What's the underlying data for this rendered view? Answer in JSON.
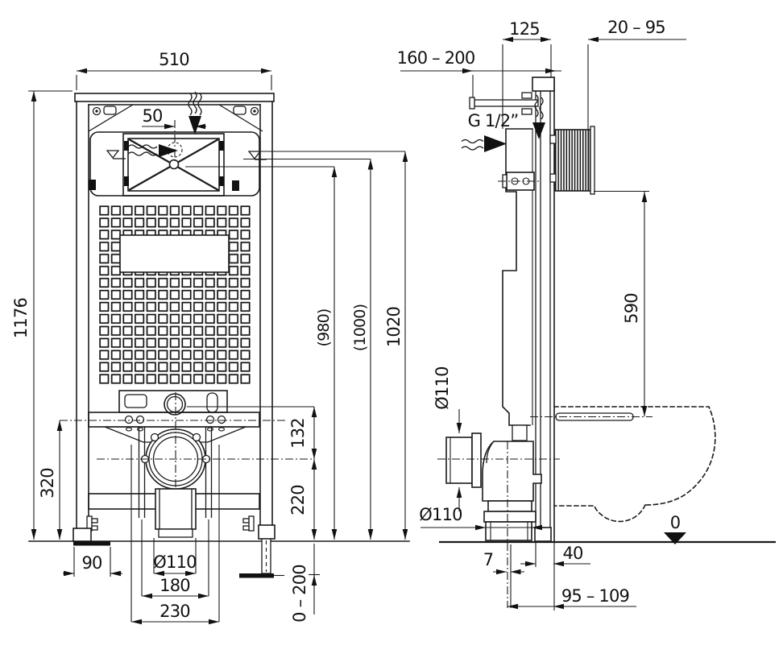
{
  "drawing": {
    "description": "Concealed WC installation frame technical drawing, front view and side view",
    "colors": {
      "line": "#1a1a1a",
      "background": "#ffffff",
      "solid_fill": "#111111"
    }
  },
  "dims": {
    "width510": "510",
    "inlet50": "50",
    "height1176": "1176",
    "h980": "(980)",
    "h1000": "(1000)",
    "h1020": "1020",
    "v132": "132",
    "v220": "220",
    "v320": "320",
    "foot90": "90",
    "drainDia": "Ø110",
    "rods180": "180",
    "w230": "230",
    "footRange": "0 – 200",
    "wall160": "160 – 200",
    "top125": "125",
    "finish20": "20 – 95",
    "supply": "G 1/2”",
    "rod590": "590",
    "sleeveDia": "Ø110",
    "outletDia": "Ø110",
    "off7": "7",
    "depth40": "40",
    "out95": "95 – 109",
    "floor0": "0"
  }
}
